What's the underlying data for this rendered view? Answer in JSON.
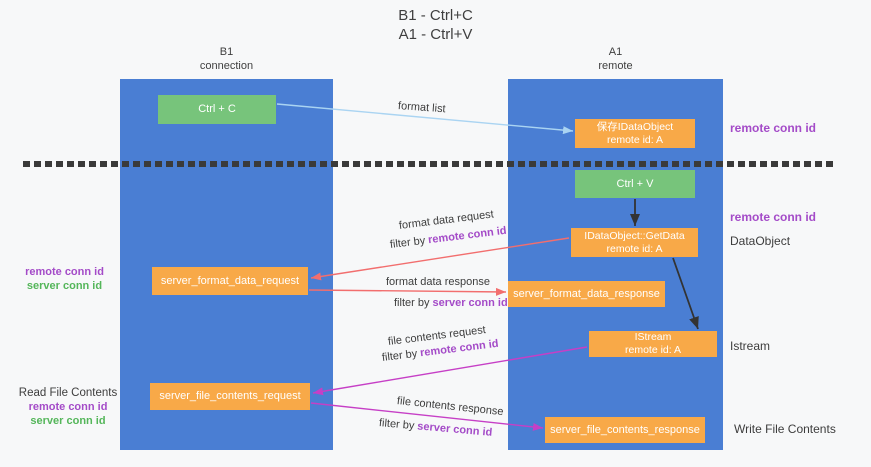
{
  "title": {
    "line1": "B1 - Ctrl+C",
    "line2": "A1 - Ctrl+V"
  },
  "lifelines": {
    "b1": {
      "name": "B1",
      "sub": "connection"
    },
    "a1": {
      "name": "A1",
      "sub": "remote"
    }
  },
  "nodes": {
    "ctrl_c": {
      "label": "Ctrl + C"
    },
    "ctrl_v": {
      "label": "Ctrl + V"
    },
    "save_idataobject": {
      "line1": "保存IDataObject",
      "line2": "remote id: A"
    },
    "getdata": {
      "line1": "IDataObject::GetData",
      "line2": "remote id: A"
    },
    "istream": {
      "line1": "IStream",
      "line2": "remote id: A"
    },
    "format_request": {
      "label": "server_format_data_request"
    },
    "format_response": {
      "label": "server_format_data_response"
    },
    "file_request": {
      "label": "server_file_contents_request"
    },
    "file_response": {
      "label": "server_file_contents_response"
    }
  },
  "edge_labels": {
    "format_list": "format list",
    "format_data_request": "format data request",
    "format_data_response": "format data response",
    "file_contents_request": "file contents request",
    "file_contents_response": "file contents response",
    "filter_by": "filter by",
    "remote_conn_id": "remote conn id",
    "server_conn_id": "server conn id"
  },
  "side_labels": {
    "left_top": {
      "remote": "remote conn id",
      "server": "server conn id"
    },
    "left_bottom": {
      "title": "Read File Contents",
      "remote": "remote conn id",
      "server": "server conn id"
    },
    "right_remote_top": "remote conn id",
    "right_remote_mid": "remote conn id",
    "right_dataobject": "DataObject",
    "right_istream": "Istream",
    "right_write": "Write File Contents"
  },
  "colors": {
    "lifeline_blue": "#4a7ed3",
    "node_green": "#77c47b",
    "node_orange": "#f8a948",
    "purple_text": "#a44bc8",
    "green_text": "#54b65a",
    "red_arrow": "#f26e6e",
    "magenta_arrow": "#c63fc6",
    "blue_arrow": "#aad4f2",
    "dark_text": "#3d3d3d",
    "background": "#f7f8f9"
  }
}
